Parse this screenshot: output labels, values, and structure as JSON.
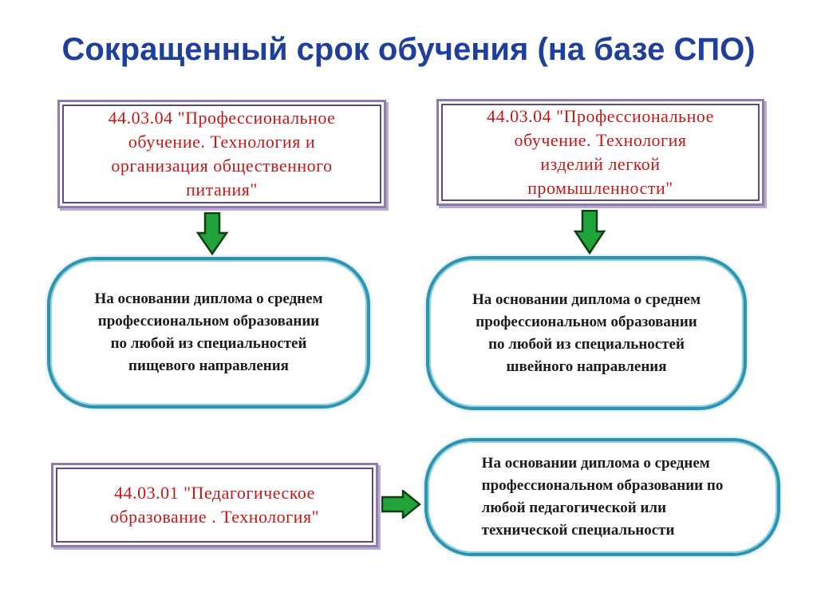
{
  "title": "Сокращенный срок обучения (на базе СПО)",
  "programs": [
    {
      "text": "44.03.04 \"Профессиональное\nобучение. Технология и\nорганизация общественного\nпитания\""
    },
    {
      "text": "44.03.04 \"Профессиональное\nобучение. Технология\nизделий легкой\nпромышленности\""
    },
    {
      "text": "44.03.01 \"Педагогическое\nобразование . Технология\""
    }
  ],
  "bases": [
    {
      "text": "На основании диплома о среднем\nпрофессиональном образовании\nпо любой из специальностей\nпищевого направления"
    },
    {
      "text": "На основании диплома о среднем\nпрофессиональном образовании\nпо любой из специальностей\nшвейного направления"
    },
    {
      "text": "На основании диплома о среднем\nпрофессиональном образовании по\nлюбой педагогической или\nтехнической специальности"
    }
  ],
  "colors": {
    "title": "#1f3f9c",
    "program_text": "#c41818",
    "program_border": "#8d7bb0",
    "basis_border": "#2d93b0",
    "arrow_fill": "#1fa33a",
    "arrow_stroke": "#0d3d12"
  },
  "icons": {
    "down_arrow": "down-arrow-icon",
    "right_arrow": "right-arrow-icon"
  }
}
